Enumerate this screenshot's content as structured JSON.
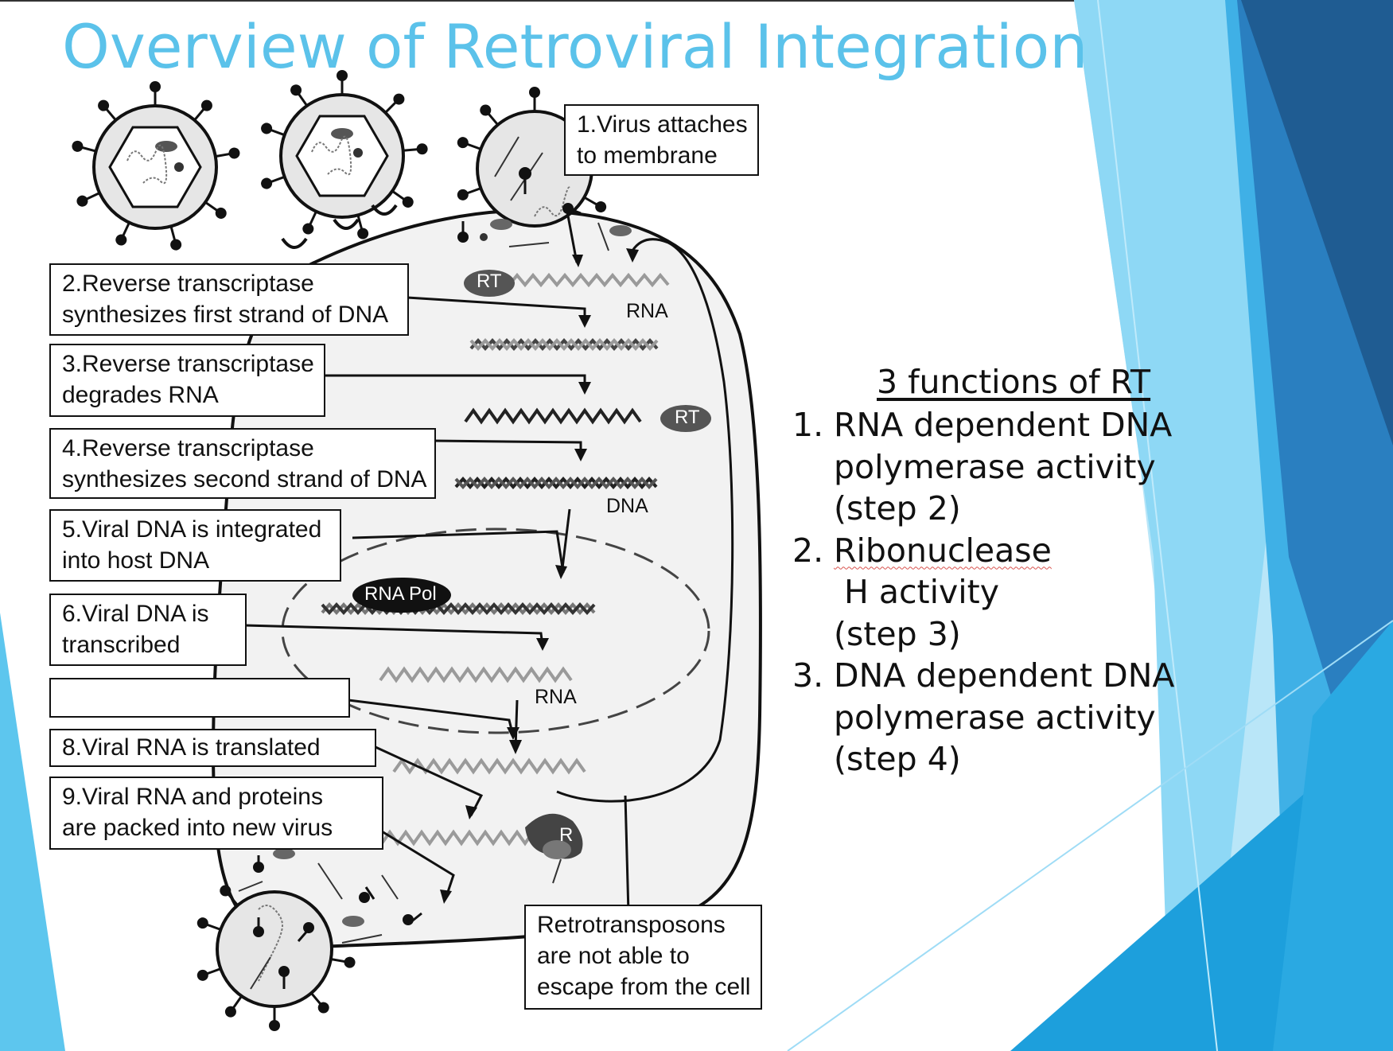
{
  "slide": {
    "title": "Overview of Retroviral Integration"
  },
  "steps": {
    "step1": [
      "1.Virus attaches",
      "to membrane"
    ],
    "step2": [
      "2.Reverse transcriptase",
      "synthesizes first strand of DNA"
    ],
    "step3": [
      "3.Reverse transcriptase",
      "degrades RNA"
    ],
    "step4": [
      "4.Reverse transcriptase",
      "synthesizes second strand of DNA"
    ],
    "step5": [
      "5.Viral DNA is integrated",
      "into host DNA"
    ],
    "step6": [
      "6.Viral DNA is",
      "transcribed"
    ],
    "step7": [],
    "step8": [
      "8.Viral RNA is translated"
    ],
    "step9": [
      "9.Viral RNA and proteins",
      "are packed into new virus"
    ],
    "note": [
      "Retrotransposons",
      "are not able to",
      "escape from the cell"
    ]
  },
  "diagram_labels": {
    "rt_top": "RT",
    "rt_mid": "RT",
    "rna_1": "RNA",
    "dna": "DNA",
    "rna_pol": "RNA Pol",
    "rna_2": "RNA",
    "ribosome": "R"
  },
  "rt_functions": {
    "heading": "3 functions of RT",
    "items": [
      {
        "num": "1.",
        "lines": [
          "RNA dependent DNA",
          "polymerase activity",
          "(step 2)"
        ]
      },
      {
        "num": "2.",
        "word": "Ribonuclease",
        "rest": " H activity",
        "lines2": [
          "(step 3)"
        ]
      },
      {
        "num": "3.",
        "lines": [
          "DNA dependent DNA",
          "polymerase activity",
          "(step 4)"
        ]
      }
    ]
  },
  "colors": {
    "title": "#5bc2ea",
    "accent_light": "#8fd6f3",
    "accent_mid": "#35a7e0",
    "accent_dark": "#1f5f96",
    "cell_fill": "#f2f2f2",
    "capsid_fill": "#e6e6e6"
  }
}
